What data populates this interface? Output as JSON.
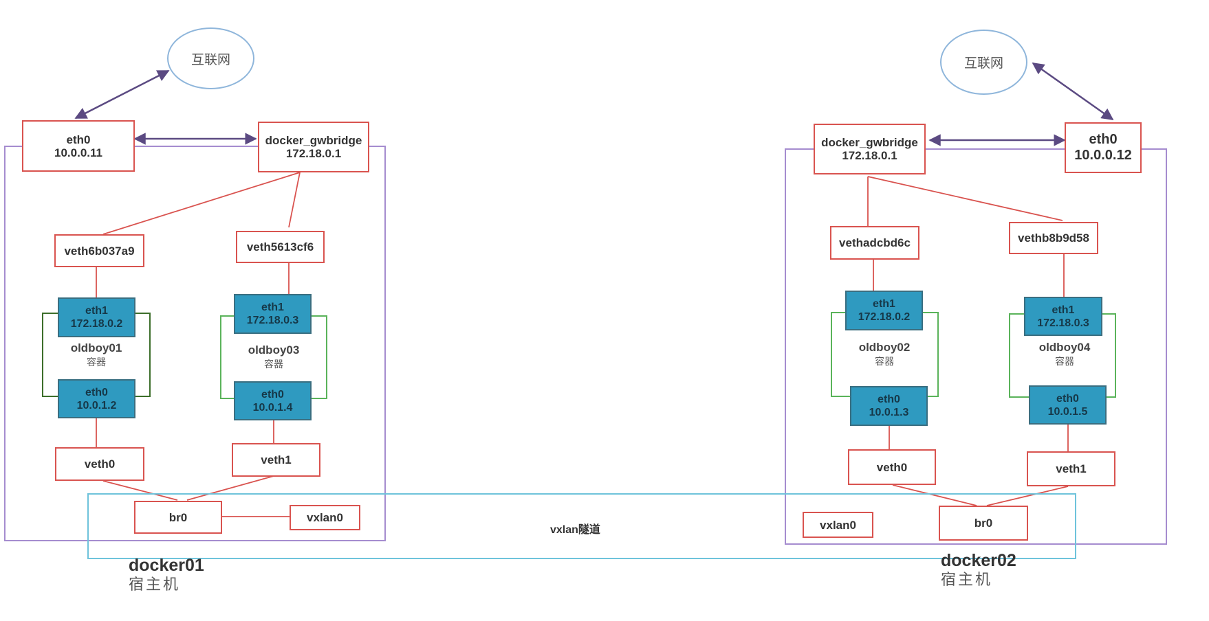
{
  "internet_label": "互联网",
  "container_role": "容器",
  "host_role": "宿主机",
  "tunnel_label": "vxlan隧道",
  "hosts": [
    {
      "name": "docker01",
      "eth0": {
        "name": "eth0",
        "ip": "10.0.0.11"
      },
      "gwbridge": {
        "name": "docker_gwbridge",
        "ip": "172.18.0.1"
      },
      "containers": [
        {
          "veth_gw": "veth6b037a9",
          "eth1": {
            "name": "eth1",
            "ip": "172.18.0.2"
          },
          "name": "oldboy01",
          "eth0": {
            "name": "eth0",
            "ip": "10.0.1.2"
          },
          "veth": "veth0"
        },
        {
          "veth_gw": "veth5613cf6",
          "eth1": {
            "name": "eth1",
            "ip": "172.18.0.3"
          },
          "name": "oldboy03",
          "eth0": {
            "name": "eth0",
            "ip": "10.0.1.4"
          },
          "veth": "veth1"
        }
      ],
      "bridge": "br0",
      "vxlan": "vxlan0"
    },
    {
      "name": "docker02",
      "eth0": {
        "name": "eth0",
        "ip": "10.0.0.12"
      },
      "gwbridge": {
        "name": "docker_gwbridge",
        "ip": "172.18.0.1"
      },
      "containers": [
        {
          "veth_gw": "vethadcbd6c",
          "eth1": {
            "name": "eth1",
            "ip": "172.18.0.2"
          },
          "name": "oldboy02",
          "eth0": {
            "name": "eth0",
            "ip": "10.0.1.3"
          },
          "veth": "veth0"
        },
        {
          "veth_gw": "vethb8b9d58",
          "eth1": {
            "name": "eth1",
            "ip": "172.18.0.3"
          },
          "name": "oldboy04",
          "eth0": {
            "name": "eth0",
            "ip": "10.0.1.5"
          },
          "veth": "veth1"
        }
      ],
      "bridge": "br0",
      "vxlan": "vxlan0"
    }
  ],
  "colors": {
    "box_border": "#d9534f",
    "iface_fill": "#2f9ac0",
    "container_border": "#5ab35a",
    "host_border": "#a58ccf",
    "tunnel_border": "#6ec3db",
    "cloud_border": "#8fb6db",
    "arrow": "#5b4a82"
  }
}
